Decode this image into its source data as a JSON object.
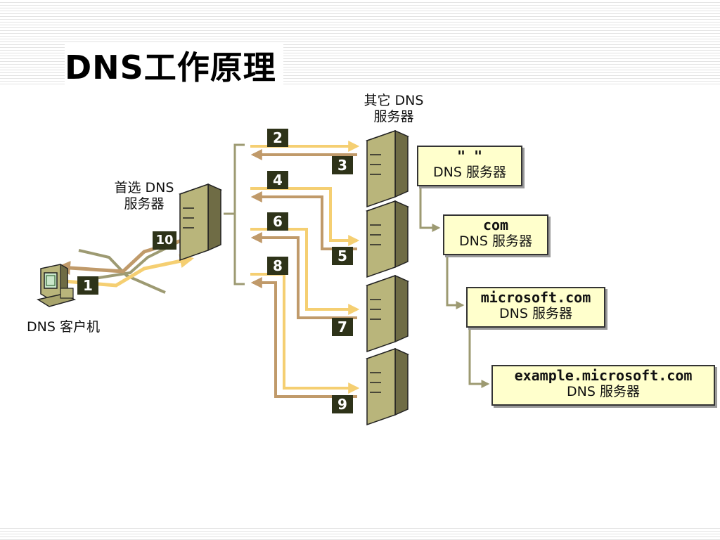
{
  "title": "DNS工作原理",
  "labels": {
    "other_servers": [
      "其它 DNS",
      "服务器"
    ],
    "preferred_server": [
      "首选 DNS",
      "服务器"
    ],
    "client": "DNS 客户机"
  },
  "steps": [
    "1",
    "2",
    "3",
    "4",
    "5",
    "6",
    "7",
    "8",
    "9",
    "10"
  ],
  "hierarchy": [
    {
      "top": "\" \"",
      "bottom": "DNS 服务器"
    },
    {
      "top": "com",
      "bottom": "DNS 服务器"
    },
    {
      "top": "microsoft.com",
      "bottom": "DNS 服务器"
    },
    {
      "top": "example.microsoft.com",
      "bottom": "DNS 服务器"
    }
  ],
  "colors": {
    "request_arrow": "#f5cf72",
    "response_arrow": "#c09a6a",
    "connector": "#9d9a72",
    "badge": "#2e3319",
    "box_fill": "#ffffcc",
    "server_fill": "#b9b57b"
  },
  "icons": [
    "client-computer-icon",
    "server-icon"
  ]
}
